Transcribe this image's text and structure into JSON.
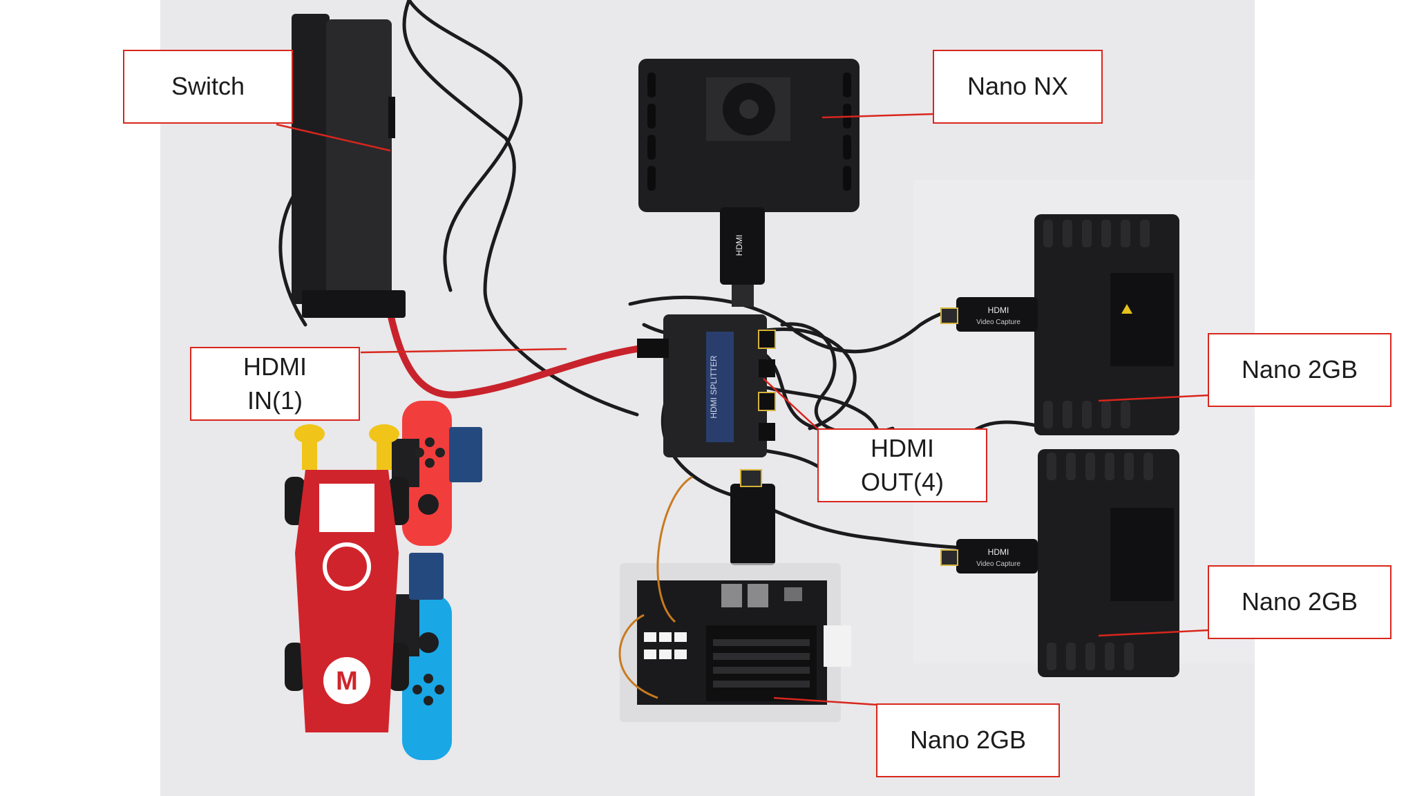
{
  "image": {
    "description_icon": "hardware-setup-photo"
  },
  "labels": {
    "switch": "Switch",
    "nano_nx": "Nano NX",
    "hdmi_in_line1": "HDMI",
    "hdmi_in_line2": "IN(1)",
    "hdmi_out_line1": "HDMI",
    "hdmi_out_line2": "OUT(4)",
    "nano_2gb_right_top": "Nano 2GB",
    "nano_2gb_right_bottom": "Nano 2GB",
    "nano_2gb_bottom": "Nano 2GB"
  },
  "device_text": {
    "capture_brand": "HDMI",
    "capture_name": "Video Capture",
    "splitter_name": "HDMI SPLITTER"
  },
  "colors": {
    "callout_border": "#d9261c",
    "background": "#ffffff"
  }
}
